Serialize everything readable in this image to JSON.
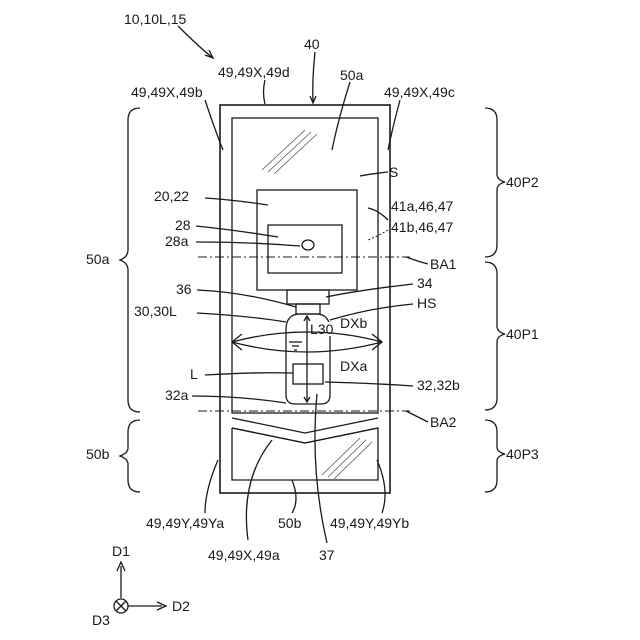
{
  "labels": {
    "title_ref": "10,10L,15",
    "bag": "40",
    "seal_top": "49,49X,49d",
    "film_top": "50a",
    "seal_left_top": "49,49X,49b",
    "seal_right_top": "49,49X,49c",
    "space": "S",
    "part_top": "40P2",
    "label_20": "20,22",
    "label_41a": "41a,46,47",
    "label_28": "28",
    "label_41b": "41b,46,47",
    "label_28a": "28a",
    "film_left": "50a",
    "border_1": "BA1",
    "label_36": "36",
    "label_34": "34",
    "label_30": "30,30L",
    "label_hs": "HS",
    "label_l30": "L30",
    "label_dxb": "DXb",
    "part_mid": "40P1",
    "label_l": "L",
    "label_dxa": "DXa",
    "label_32a": "32a",
    "label_32": "32,32b",
    "border_2": "BA2",
    "film_bottom_left": "50b",
    "part_bottom": "40P3",
    "seal_bottom_left": "49,49Y,49Ya",
    "film_bottom": "50b",
    "seal_bottom_right": "49,49Y,49Yb",
    "seal_bottom": "49,49X,49a",
    "label_37": "37",
    "axis_d1": "D1",
    "axis_d2": "D2",
    "axis_d3": "D3"
  }
}
